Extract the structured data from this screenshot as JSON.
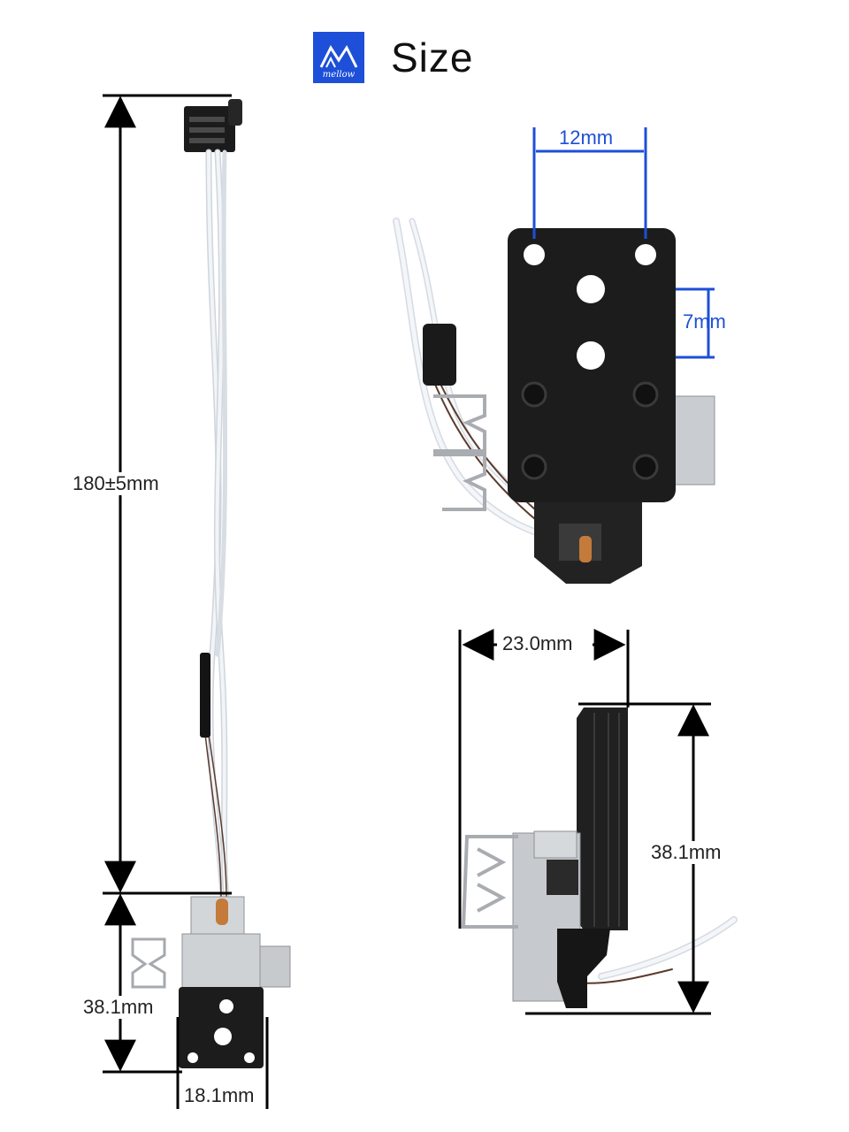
{
  "header": {
    "title": "Size",
    "logo_text": "mellow"
  },
  "labels": {
    "cable_length": "180±5mm",
    "module_height_left": "38.1mm",
    "module_width": "18.1mm",
    "hole_spacing": "12mm",
    "hole_offset": "7mm",
    "side_depth": "23.0mm",
    "side_height": "38.1mm"
  },
  "colors": {
    "accent_blue": "#1d4fd8",
    "dimension_line": "#000000",
    "plate": "#1c1c1c",
    "metal": "#c9ccd0",
    "cable": "#e9edf2"
  }
}
